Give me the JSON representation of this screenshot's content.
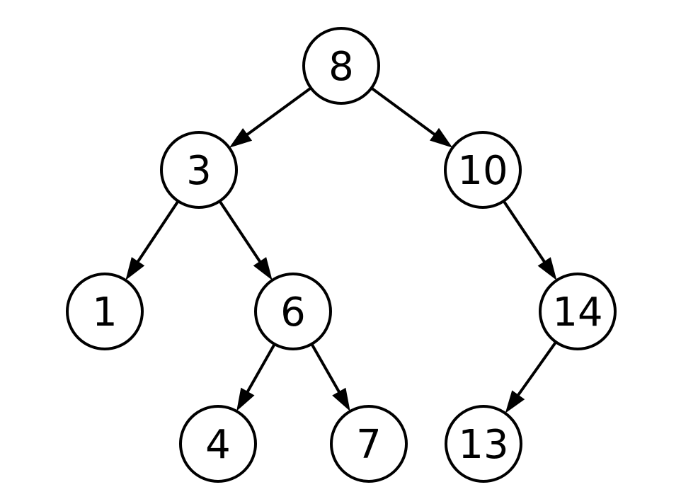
{
  "diagram": {
    "type": "binary-search-tree",
    "colors": {
      "background": "#ffffff",
      "stroke": "#000000",
      "node_fill": "#ffffff",
      "text": "#000000"
    },
    "nodes": [
      {
        "id": "n8",
        "label": "8"
      },
      {
        "id": "n3",
        "label": "3"
      },
      {
        "id": "n10",
        "label": "10"
      },
      {
        "id": "n1",
        "label": "1"
      },
      {
        "id": "n6",
        "label": "6"
      },
      {
        "id": "n14",
        "label": "14"
      },
      {
        "id": "n4",
        "label": "4"
      },
      {
        "id": "n7",
        "label": "7"
      },
      {
        "id": "n13",
        "label": "13"
      }
    ],
    "edges": [
      {
        "from": "n8",
        "to": "n3"
      },
      {
        "from": "n8",
        "to": "n10"
      },
      {
        "from": "n3",
        "to": "n1"
      },
      {
        "from": "n3",
        "to": "n6"
      },
      {
        "from": "n10",
        "to": "n14"
      },
      {
        "from": "n6",
        "to": "n4"
      },
      {
        "from": "n6",
        "to": "n7"
      },
      {
        "from": "n14",
        "to": "n13"
      }
    ]
  }
}
